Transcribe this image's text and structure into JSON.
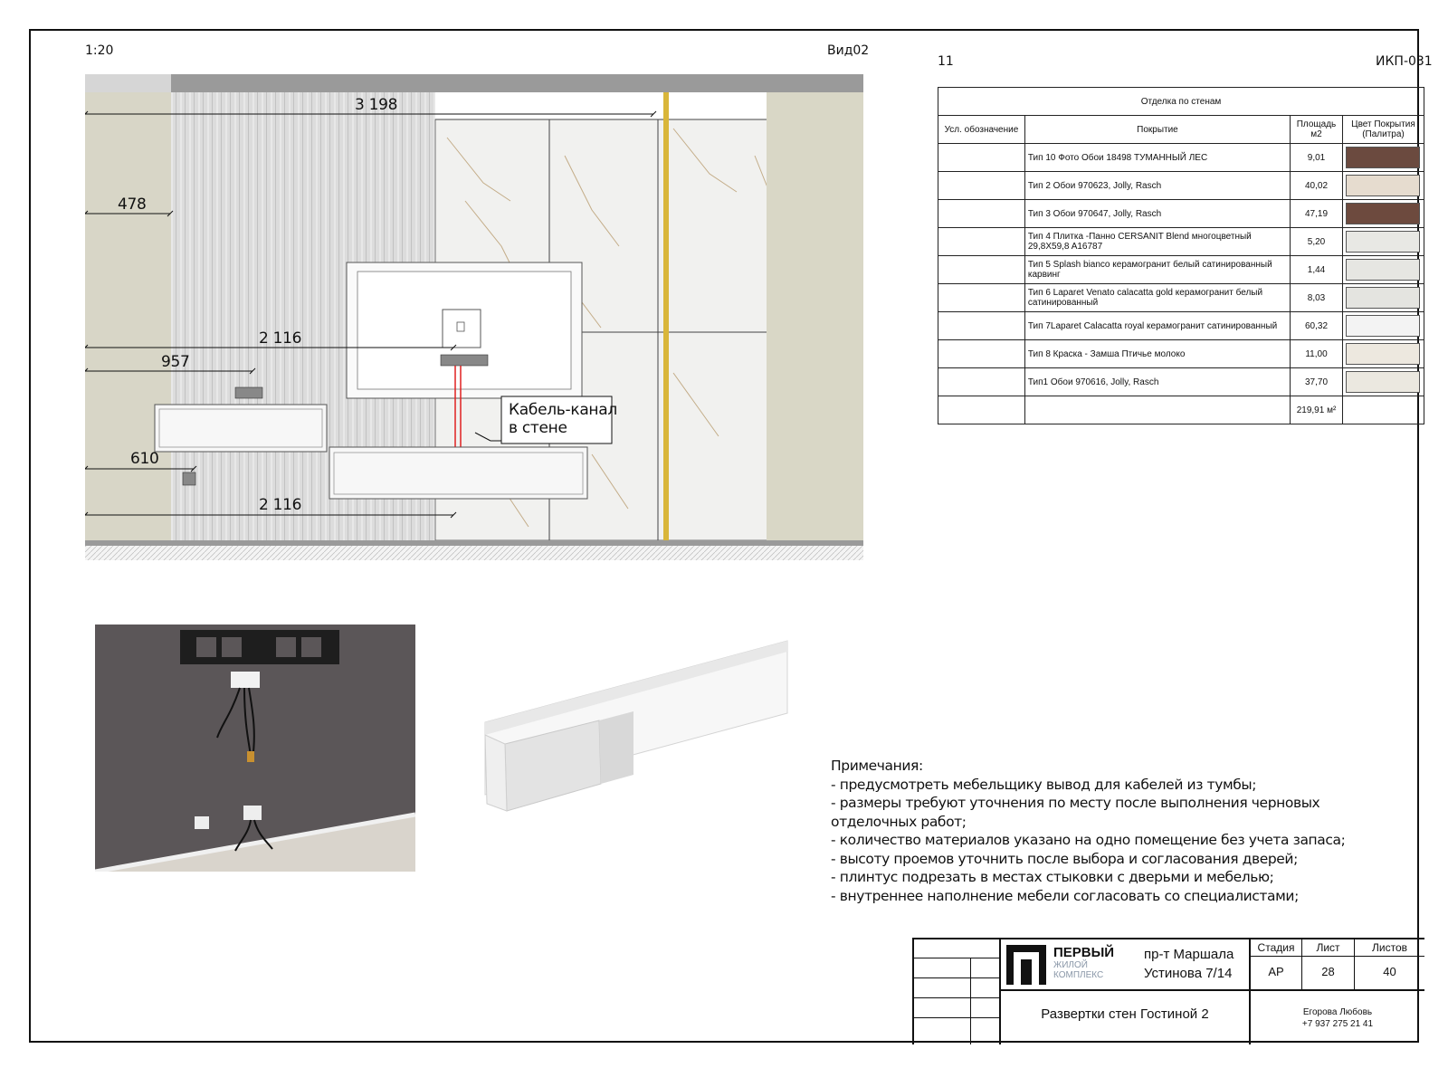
{
  "page": {
    "scale": "1:20",
    "view": "Вид02",
    "sheet_index": "11",
    "project_code": "ИКП-031"
  },
  "elevation": {
    "dimensions": [
      {
        "label": "3 198"
      },
      {
        "label": "478"
      },
      {
        "label": "2 116"
      },
      {
        "label": "957"
      },
      {
        "label": "610"
      },
      {
        "label": "2 116"
      }
    ],
    "callout": [
      "Кабель-канал",
      "в стене"
    ]
  },
  "finishes_table": {
    "title": "Отделка по стенам",
    "headers": [
      "Усл. обозначение",
      "Покрытие",
      "Площадь м2",
      "Цвет Покрытия (Палитра)"
    ],
    "rows": [
      {
        "symbol": "",
        "coating": "Тип 10 Фото Обои 18498 ТУМАННЫЙ ЛЕС",
        "area": "9,01",
        "color": "#6b4a3f"
      },
      {
        "symbol": "",
        "coating": "Тип 2 Обои 970623, Jolly, Rasch",
        "area": "40,02",
        "color": "#e6dccf"
      },
      {
        "symbol": "",
        "coating": "Тип 3 Обои 970647, Jolly, Rasch",
        "area": "47,19",
        "color": "#6d4a3e"
      },
      {
        "symbol": "",
        "coating": "Тип 4 Плитка -Панно CERSANIT Blend многоцветный 29,8X59,8 A16787",
        "area": "5,20",
        "color": "#e8e8e4"
      },
      {
        "symbol": "",
        "coating": "Тип 5 Splash bianco керамогранит белый сатинированный карвинг",
        "area": "1,44",
        "color": "#e6e6e2"
      },
      {
        "symbol": "",
        "coating": "Тип 6 Laparet Venato calacatta gold керамогранит белый сатинированный",
        "area": "8,03",
        "color": "#e4e4e0"
      },
      {
        "symbol": "",
        "coating": "Тип 7Laparet Calacatta royal керамогранит сатинированный",
        "area": "60,32",
        "color": "#f3f3f3"
      },
      {
        "symbol": "",
        "coating": "Тип 8 Краска - Замша Птичье молоко",
        "area": "11,00",
        "color": "#ede8df"
      },
      {
        "symbol": "",
        "coating": "Тип1 Обои 970616, Jolly, Rasch",
        "area": "37,70",
        "color": "#ebe8e0"
      }
    ],
    "total": "219,91 м²"
  },
  "notes": {
    "title": "Примечания:",
    "lines": [
      "- предусмотреть мебельщику вывод для кабелей из тумбы;",
      "- размеры требуют уточнения по месту после выполнения черновых",
      "отделочных работ;",
      "- количество материалов указано на одно помещение без учета запаса;",
      "- высоту проемов уточнить после выбора и согласования дверей;",
      "- плинтус подрезать в местах стыковки с дверьми и мебелью;",
      "- внутреннее наполнение мебели согласовать со специалистами;"
    ]
  },
  "stamp": {
    "logo_line1": "ПЕРВЫЙ",
    "logo_line2": "ЖИЛОЙ",
    "logo_line3": "КОМПЛЕКС",
    "address_line1": "пр-т Маршала",
    "address_line2": "Устинова 7/14",
    "stage_label": "Стадия",
    "sheet_label": "Лист",
    "sheets_label": "Листов",
    "stage": "АР",
    "sheet": "28",
    "sheets": "40",
    "drawing_title": "Развертки стен Гостиной 2",
    "author": "Егорова Любовь",
    "phone": "+7 937 275 21 41"
  }
}
